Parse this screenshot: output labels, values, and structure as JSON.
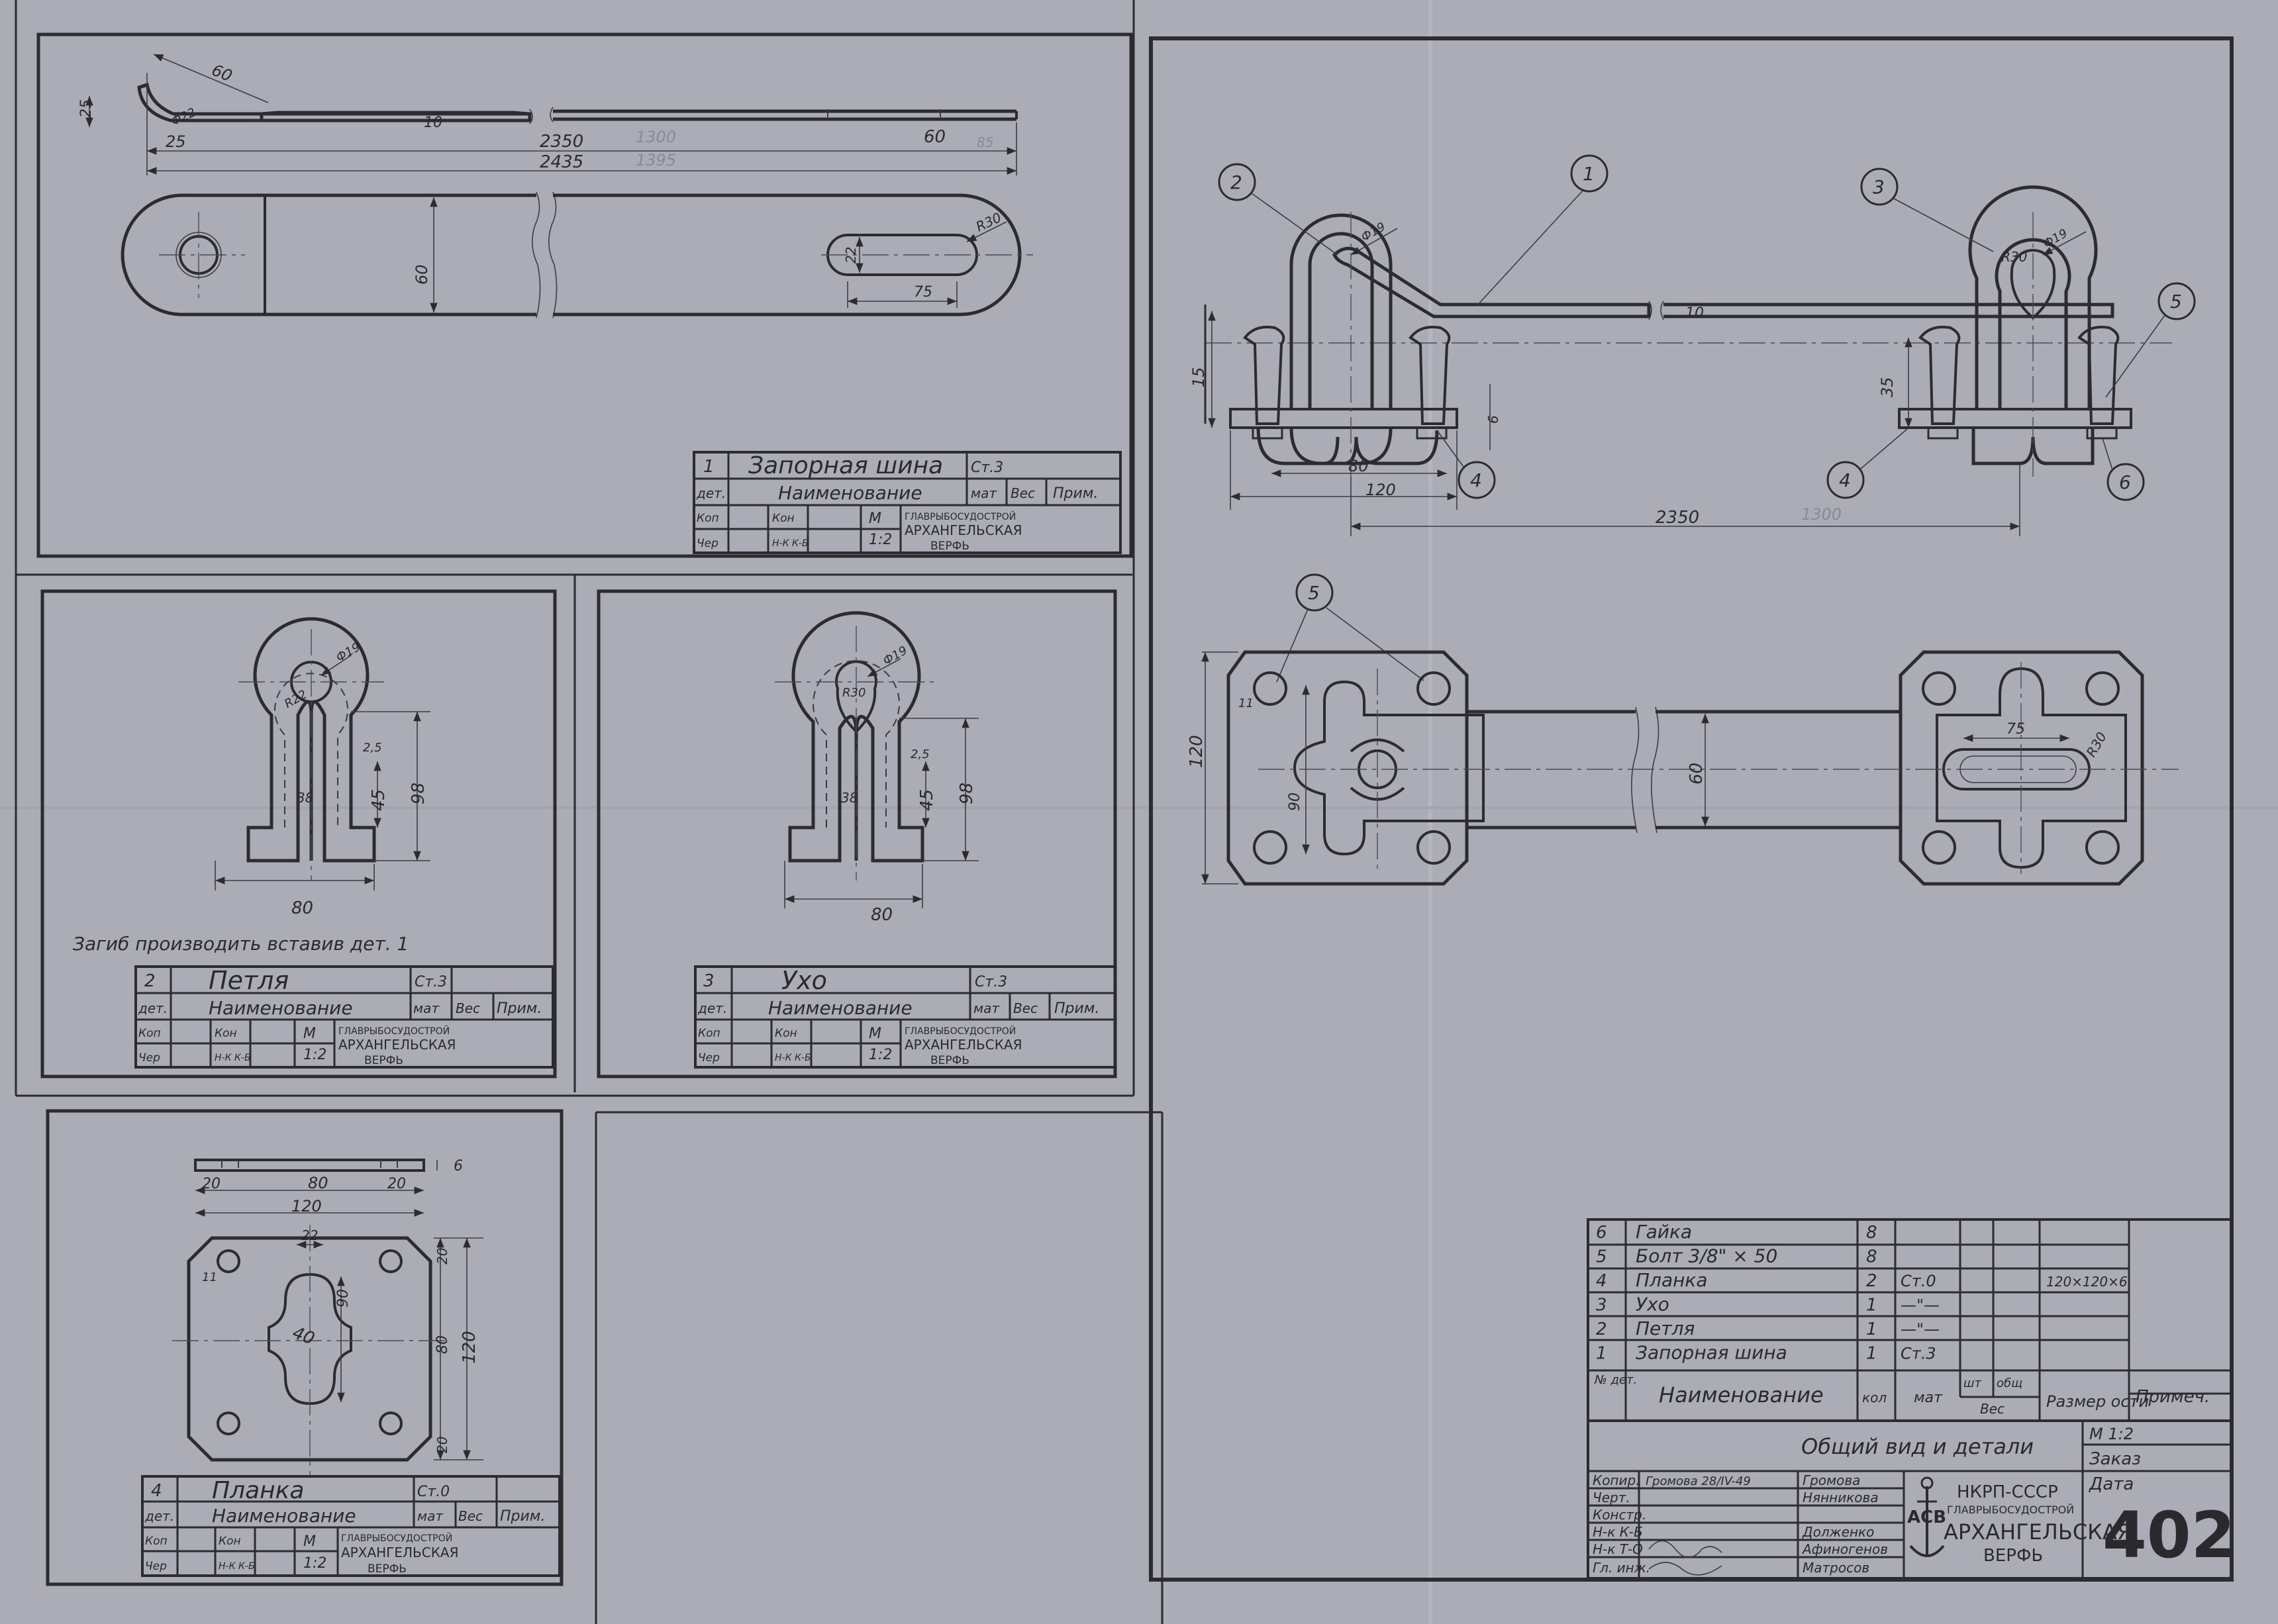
{
  "drawing_number": "402",
  "general": {
    "title": "Общий вид и детали",
    "scale": "М 1:2",
    "order_label": "Заказ",
    "date_label": "Дата",
    "org_line1": "НКРП-СССР",
    "org_line2": "ГЛАВРЫБОСУДОСТРОЙ",
    "org_line3": "АРХАНГЕЛЬСКАЯ",
    "org_line4": "ВЕРФЬ",
    "logo_letters": "АСВ",
    "roles": [
      "Копир.",
      "Черт.",
      "Констр.",
      "Н-к К-Б",
      "Н-к Т-О",
      "Гл. инж."
    ],
    "people": [
      "Громова",
      "Нянникова",
      "",
      "Долженко",
      "Афиногенов",
      "Матросов"
    ],
    "sig_kopir": "Громова 28/IV-49"
  },
  "parts_table": {
    "headers": [
      "№ дет.",
      "Наименование",
      "кол",
      "мат",
      "шт",
      "общ",
      "Размер ости",
      "Примеч."
    ],
    "weight_label": "Вес",
    "rows": [
      {
        "no": "6",
        "name": "Гайка",
        "qty": "8",
        "mat": "",
        "size": ""
      },
      {
        "no": "5",
        "name": "Болт 3/8\" × 50",
        "qty": "8",
        "mat": "",
        "size": ""
      },
      {
        "no": "4",
        "name": "Планка",
        "qty": "2",
        "mat": "Ст.0",
        "size": "120×120×6"
      },
      {
        "no": "3",
        "name": "Ухо",
        "qty": "1",
        "mat": "—\"—",
        "size": ""
      },
      {
        "no": "2",
        "name": "Петля",
        "qty": "1",
        "mat": "—\"—",
        "size": ""
      },
      {
        "no": "1",
        "name": "Запорная шина",
        "qty": "1",
        "mat": "Ст.3",
        "size": ""
      }
    ]
  },
  "detail_boxes": [
    {
      "no": "1",
      "name": "Запорная шина",
      "mat": "Ст.3",
      "scale": "1:2",
      "scale_label": "М"
    },
    {
      "no": "2",
      "name": "Петля",
      "mat": "Ст.3",
      "scale": "1:2",
      "scale_label": "М"
    },
    {
      "no": "3",
      "name": "Ухо",
      "mat": "Ст.3",
      "scale": "1:2",
      "scale_label": "М"
    },
    {
      "no": "4",
      "name": "Планка",
      "mat": "Ст.0",
      "scale": "1:2",
      "scale_label": "М"
    }
  ],
  "box_labels": {
    "row2": [
      "дет.",
      "Наименование",
      "мат",
      "Вес",
      "Прим."
    ],
    "row3": [
      "Коп",
      "Кон",
      "Н-К К-Б"
    ],
    "row4": [
      "Чер"
    ],
    "org_a": "ГЛАВРЫБОСУДОСТРОЙ",
    "org_b": "АРХАНГЕЛЬСКАЯ",
    "org_c": "ВЕРФЬ"
  },
  "note_petlya": "Загиб производить вставив дет. 1",
  "dims_shina": {
    "top_60": "60",
    "h25": "25",
    "phi": "Ф22",
    "thick10": "10",
    "l25": "25",
    "l2350": "2350",
    "l2435": "2435",
    "r60": "60",
    "w60": "60",
    "slot22": "22",
    "r30": "R30",
    "slot75": "75",
    "pencil1": "1300",
    "pencil2": "1395",
    "pencil3": "85"
  },
  "dims_petlya": {
    "phi19": "Ф19",
    "r22": "R22",
    "r5": "2,5",
    "w38": "38",
    "h45": "45",
    "h98": "98",
    "w80": "80"
  },
  "dims_ukho": {
    "phi19": "Ф19",
    "r30": "R30",
    "r5": "2,5",
    "w38": "38",
    "h45": "45",
    "h98": "98",
    "w80": "80"
  },
  "dims_planka": {
    "t6": "6",
    "a20": "20",
    "a80": "80",
    "b20": "20",
    "w120": "120",
    "s22": "22",
    "s40": "40",
    "s90": "90",
    "d11": "11",
    "v20": "20",
    "v80": "80",
    "v20b": "20",
    "v120": "120"
  },
  "dims_general": {
    "d80": "80",
    "d120": "120",
    "d2350": "2350",
    "pencil": "1300",
    "d15": "15",
    "d35": "35",
    "d6": "6",
    "d10": "10",
    "phi19a": "Ф19",
    "phi19b": "Ф19",
    "r30": "R30",
    "plan_120": "120",
    "plan_90": "90",
    "plan_60": "60",
    "plan_75": "75",
    "plan_r30": "R30",
    "plan_11": "11"
  },
  "callouts": [
    "1",
    "2",
    "3",
    "4",
    "5",
    "6",
    "4",
    "5"
  ]
}
